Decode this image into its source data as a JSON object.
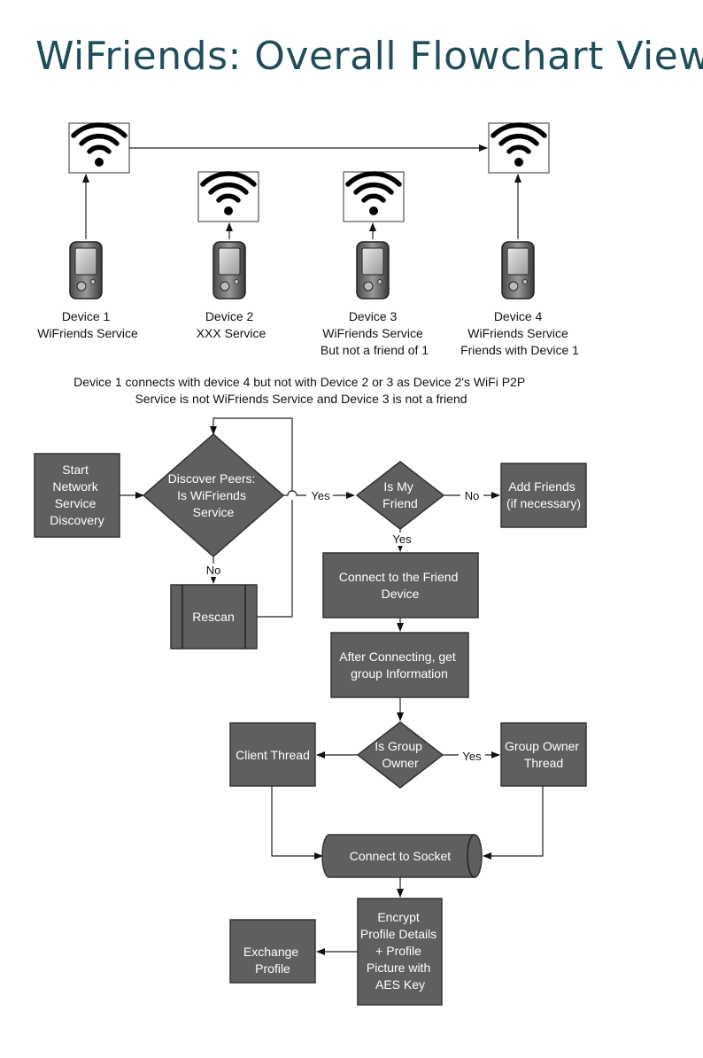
{
  "title": "WiFriends: Overall Flowchart View",
  "devices": [
    {
      "name": "Device 1",
      "line2": "WiFriends Service",
      "line3": ""
    },
    {
      "name": "Device 2",
      "line2": "XXX Service",
      "line3": ""
    },
    {
      "name": "Device 3",
      "line2": "WiFriends Service",
      "line3": "But not a friend of 1"
    },
    {
      "name": "Device 4",
      "line2": "WiFriends Service",
      "line3": "Friends with Device 1"
    }
  ],
  "caption": {
    "line1": "Device 1 connects with device 4 but not with Device 2 or 3 as Device 2's WiFi P2P",
    "line2": "Service is not WiFriends Service and Device 3 is not a friend"
  },
  "nodes": {
    "start": [
      "Start",
      "Network",
      "Service",
      "Discovery"
    ],
    "discover": [
      "Discover Peers:",
      "Is WiFriends",
      "Service"
    ],
    "rescan": [
      "Rescan"
    ],
    "is_friend": [
      "Is My",
      "Friend"
    ],
    "add_friends": [
      "Add Friends",
      "(if necessary)"
    ],
    "connect_friend": [
      "Connect to the Friend",
      "Device"
    ],
    "group_info": [
      "After Connecting, get",
      "group Information"
    ],
    "is_group_owner": [
      "Is Group",
      "Owner"
    ],
    "client_thread": [
      "Client Thread"
    ],
    "group_owner_thread": [
      "Group Owner",
      "Thread"
    ],
    "connect_socket": [
      "Connect to Socket"
    ],
    "encrypt": [
      "Encrypt",
      "Profile Details",
      "+ Profile",
      "Picture with",
      "AES Key"
    ],
    "exchange": [
      "Exchange",
      "Profile"
    ]
  },
  "labels": {
    "yes1": "Yes",
    "no1": "No",
    "no2": "No",
    "yes2": "Yes",
    "yes3": "Yes"
  },
  "colors": {
    "box_fill": "#5f5f5f",
    "title": "#1f4e5a"
  }
}
